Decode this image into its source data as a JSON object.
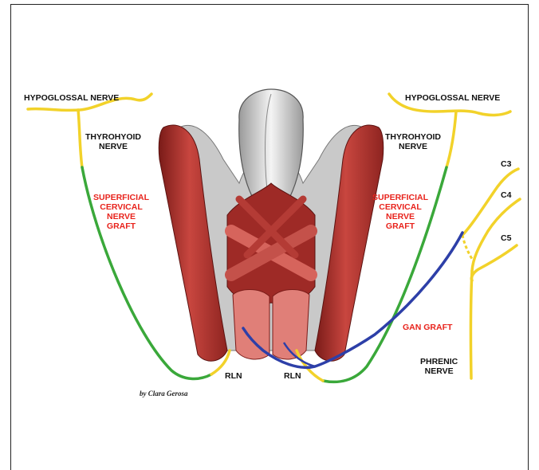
{
  "labels": {
    "hypoglossal_left": "HYPOGLOSSAL NERVE",
    "hypoglossal_right": "HYPOGLOSSAL NERVE",
    "thyrohyoid_left": "THYROHYOID\nNERVE",
    "thyrohyoid_right": "THYROHYOID\nNERVE",
    "graft_left": "SUPERFICIAL\nCERVICAL\nNERVE\nGRAFT",
    "graft_right": "SUPERFICIAL\nCERVICAL\nNERVE\nGRAFT",
    "c3": "C3",
    "c4": "C4",
    "c5": "C5",
    "gan_graft": "GAN GRAFT",
    "phrenic": "PHRENIC\nNERVE",
    "rln_left": "RLN",
    "rln_right": "RLN"
  },
  "credit": "by Clara Gerosa",
  "colors": {
    "nerve": "#f2d22a",
    "superficial_graft": "#3aa83a",
    "gan_graft": "#2d3fa8",
    "muscle": "#b8342e",
    "cartilage": "#d9d9d9",
    "label_red": "#e8231c"
  }
}
